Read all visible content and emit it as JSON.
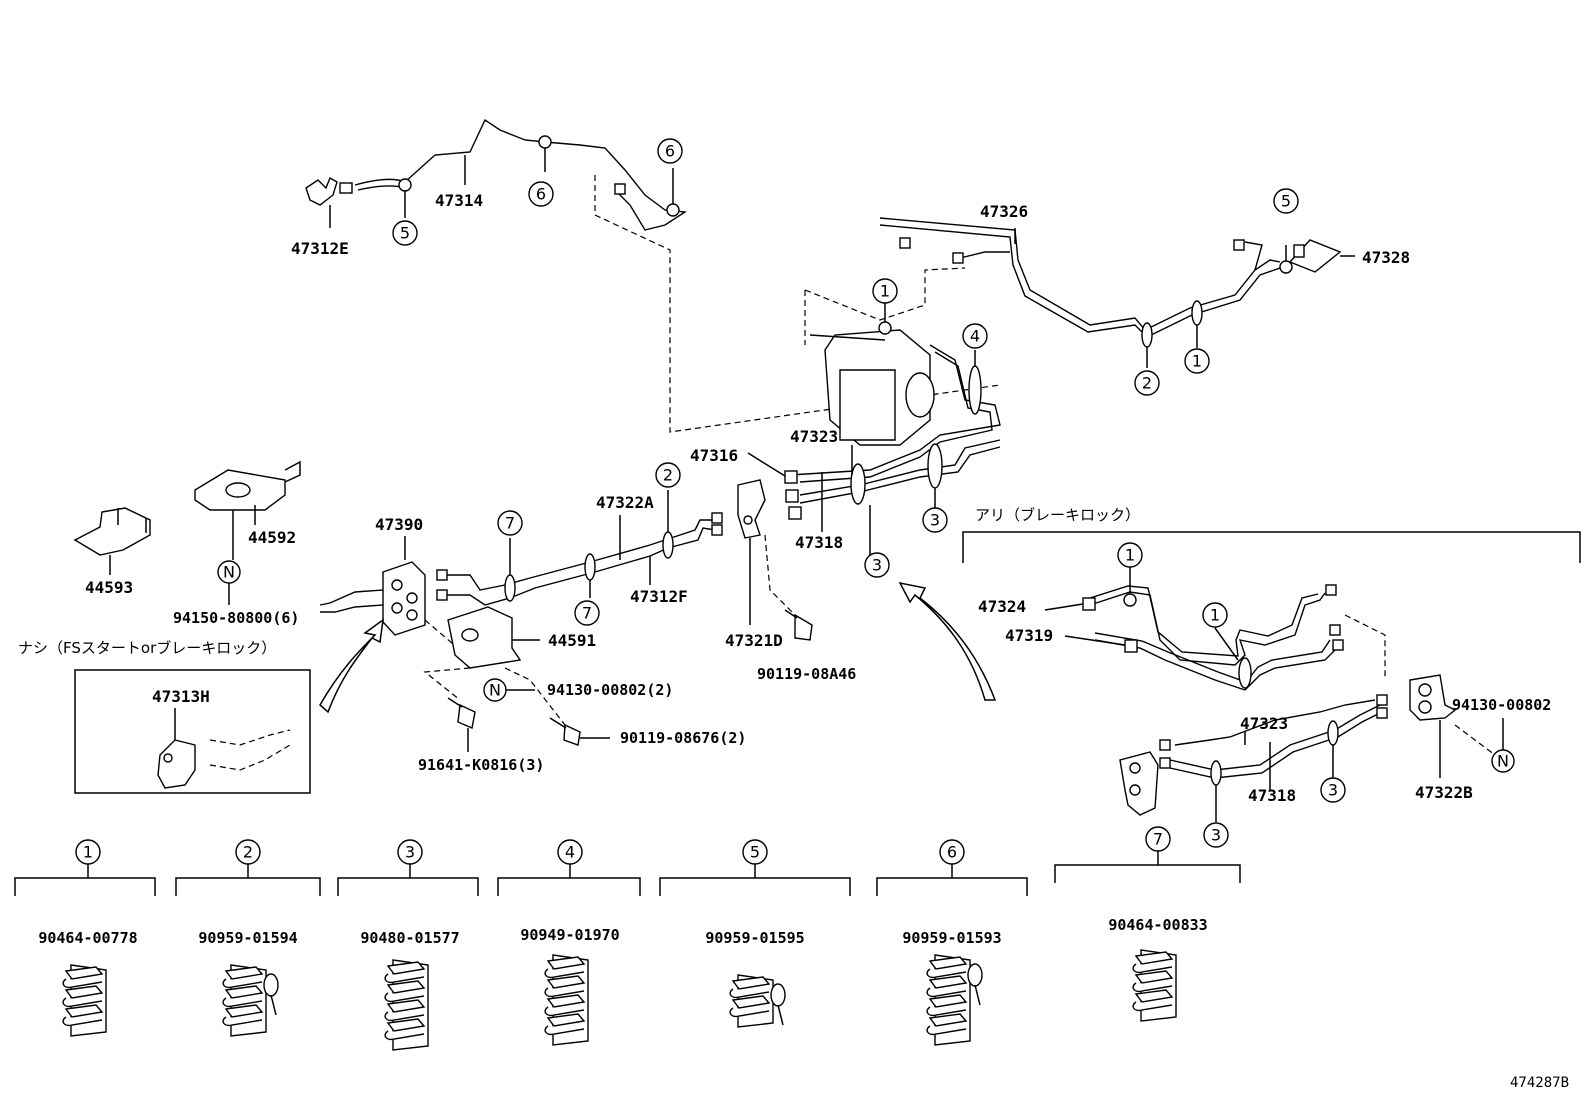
{
  "reference_code": "474287B",
  "section_titles": {
    "with_brake_lock": "アリ（ブレーキロック）",
    "without_fs_start": "ナシ（FSスタートorブレーキロック）"
  },
  "part_labels": {
    "p47314": "47314",
    "p47312E": "47312E",
    "p47326": "47326",
    "p47328": "47328",
    "p47316": "47316",
    "p47323": "47323",
    "p47322A": "47322A",
    "p47318": "47318",
    "p47390": "47390",
    "p44592": "44592",
    "p44593": "44593",
    "p94150": "94150-80800(6)",
    "p47312F": "47312F",
    "p47321D": "47321D",
    "p90119a46": "90119-08A46",
    "p44591": "44591",
    "p94130_2": "94130-00802(2)",
    "p90119_676": "90119-08676(2)",
    "p91641": "91641-K0816(3)",
    "p47313H": "47313H",
    "p47324": "47324",
    "p47319": "47319",
    "p47323b": "47323",
    "p47318b": "47318",
    "p94130": "94130-00802",
    "p47322B": "47322B"
  },
  "markers": {
    "n": "N",
    "one": "1",
    "two": "2",
    "three": "3",
    "four": "4",
    "five": "5",
    "six": "6",
    "seven": "7"
  },
  "clamp_legend": [
    {
      "index": "1",
      "part": "90464-00778"
    },
    {
      "index": "2",
      "part": "90959-01594"
    },
    {
      "index": "3",
      "part": "90480-01577"
    },
    {
      "index": "4",
      "part": "90949-01970"
    },
    {
      "index": "5",
      "part": "90959-01595"
    },
    {
      "index": "6",
      "part": "90959-01593"
    },
    {
      "index": "7",
      "part": "90464-00833"
    }
  ]
}
